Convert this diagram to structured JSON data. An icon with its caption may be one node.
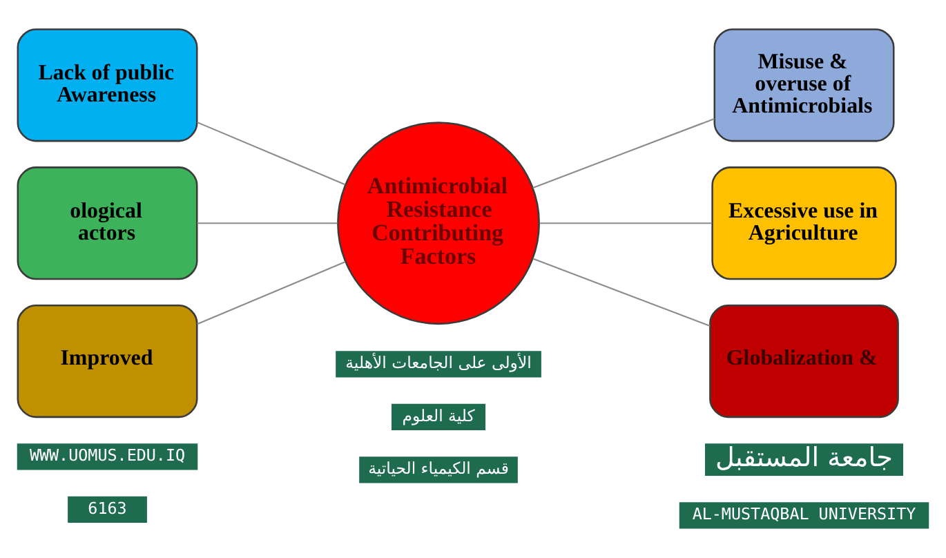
{
  "diagram": {
    "nodes": [
      {
        "text": [
          "Lack of public Awareness"
        ]
      },
      {
        "text": [
          "Misuse & overuse of Antimicrobials"
        ]
      },
      {
        "text": [
          "ological actors"
        ]
      },
      {
        "text": [
          "Antimicrobial Resistance Contributing Factors"
        ]
      },
      {
        "text": [
          "Excessive use in Agriculture"
        ]
      },
      {
        "text": [
          "Improved"
        ]
      },
      {
        "text": [
          "Globalization &"
        ]
      }
    ],
    "edges": [
      {
        "from": 0,
        "to": 3,
        "arrow": "none"
      },
      {
        "from": 3,
        "to": 1,
        "arrow": "none"
      },
      {
        "from": 2,
        "to": 3,
        "arrow": "none"
      },
      {
        "from": 3,
        "to": 4,
        "arrow": "none"
      },
      {
        "from": 5,
        "to": 3,
        "arrow": "none"
      },
      {
        "from": 3,
        "to": 6,
        "arrow": "none"
      }
    ],
    "labels": [
      "WWW.UOMUS.EDU.IQ",
      "6163",
      "الأولى على الجامعات الأهلية",
      "كلية العلوم",
      "قسم الكيمياء الحياتية",
      "جامعة المستقبل",
      "AL-MUSTAQBAL UNIVERSITY"
    ]
  }
}
